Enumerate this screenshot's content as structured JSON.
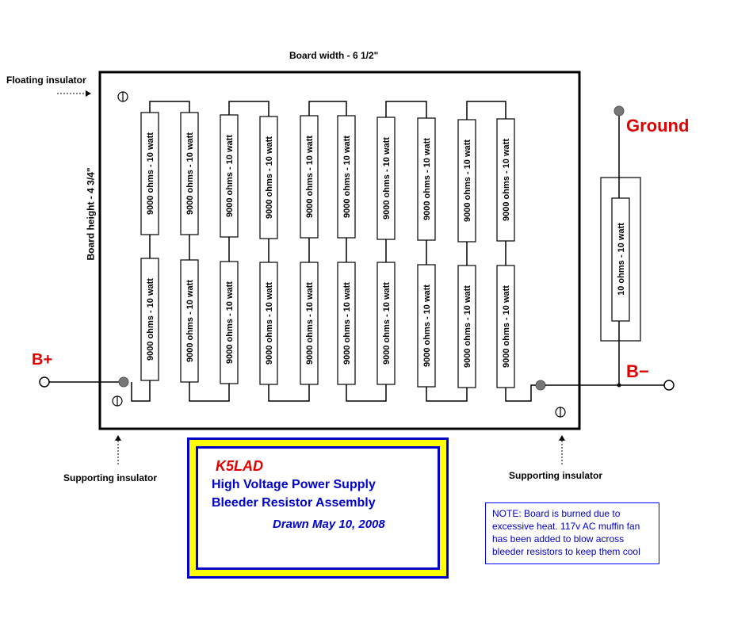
{
  "labels": {
    "board_width": "Board width - 6 1/2\"",
    "board_height": "Board height - 4 3/4\"",
    "floating_insulator": "Floating insulator",
    "supporting_left": "Supporting insulator",
    "supporting_right": "Supporting insulator",
    "ground": "Ground",
    "b_plus": "B+",
    "b_minus": "B−"
  },
  "resistor_label": "9000 ohms - 10 watt",
  "bleeder_resistor_count": 20,
  "ground_resistor_label": "10 ohms - 10 watt",
  "title_block": {
    "callsign": "K5LAD",
    "line1": "High Voltage Power Supply",
    "line2": "Bleeder Resistor Assembly",
    "drawn": "Drawn May 10, 2008"
  },
  "note": {
    "line1": "NOTE:  Board is burned due to",
    "line2": "excessive heat.  117v AC muffin fan",
    "line3": "has been added to blow across",
    "line4": "bleeder resistors to keep them cool"
  },
  "colors": {
    "title_text": "#0000cc",
    "accent_red": "#e00000",
    "frame_blue": "#0000c8",
    "frame_yellow": "#ffff00"
  }
}
